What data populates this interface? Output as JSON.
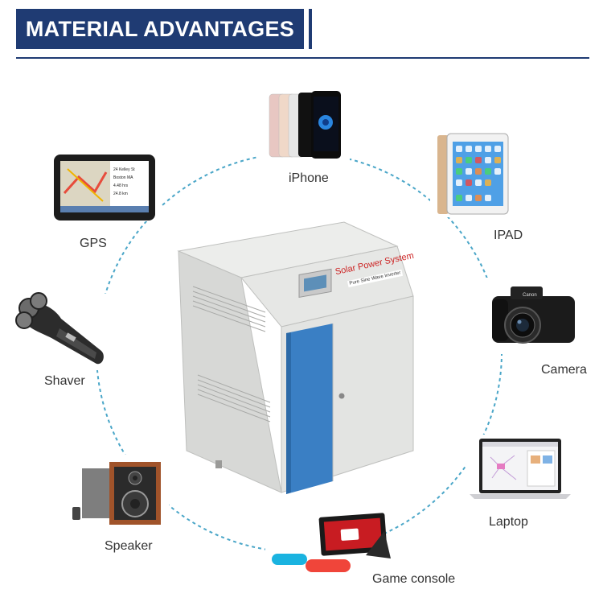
{
  "header": {
    "title": "MATERIAL ADVANTAGES"
  },
  "product": {
    "panel_label": "Solar Power System",
    "plate_label": "Pure Sine Wave Inverter"
  },
  "devices": [
    {
      "label": "iPhone",
      "icon": "iphone-icon"
    },
    {
      "label": "IPAD",
      "icon": "ipad-icon"
    },
    {
      "label": "Camera",
      "icon": "camera-icon"
    },
    {
      "label": "Laptop",
      "icon": "laptop-icon"
    },
    {
      "label": "Game console",
      "icon": "game-console-icon"
    },
    {
      "label": "Speaker",
      "icon": "speaker-icon"
    },
    {
      "label": "Shaver",
      "icon": "shaver-icon"
    },
    {
      "label": "GPS",
      "icon": "gps-icon"
    }
  ],
  "colors": {
    "header": "#1f3b73",
    "circle": "#4aa6c8",
    "cabinet": "#e3e4e2",
    "door_blue": "#3a7fc4"
  }
}
